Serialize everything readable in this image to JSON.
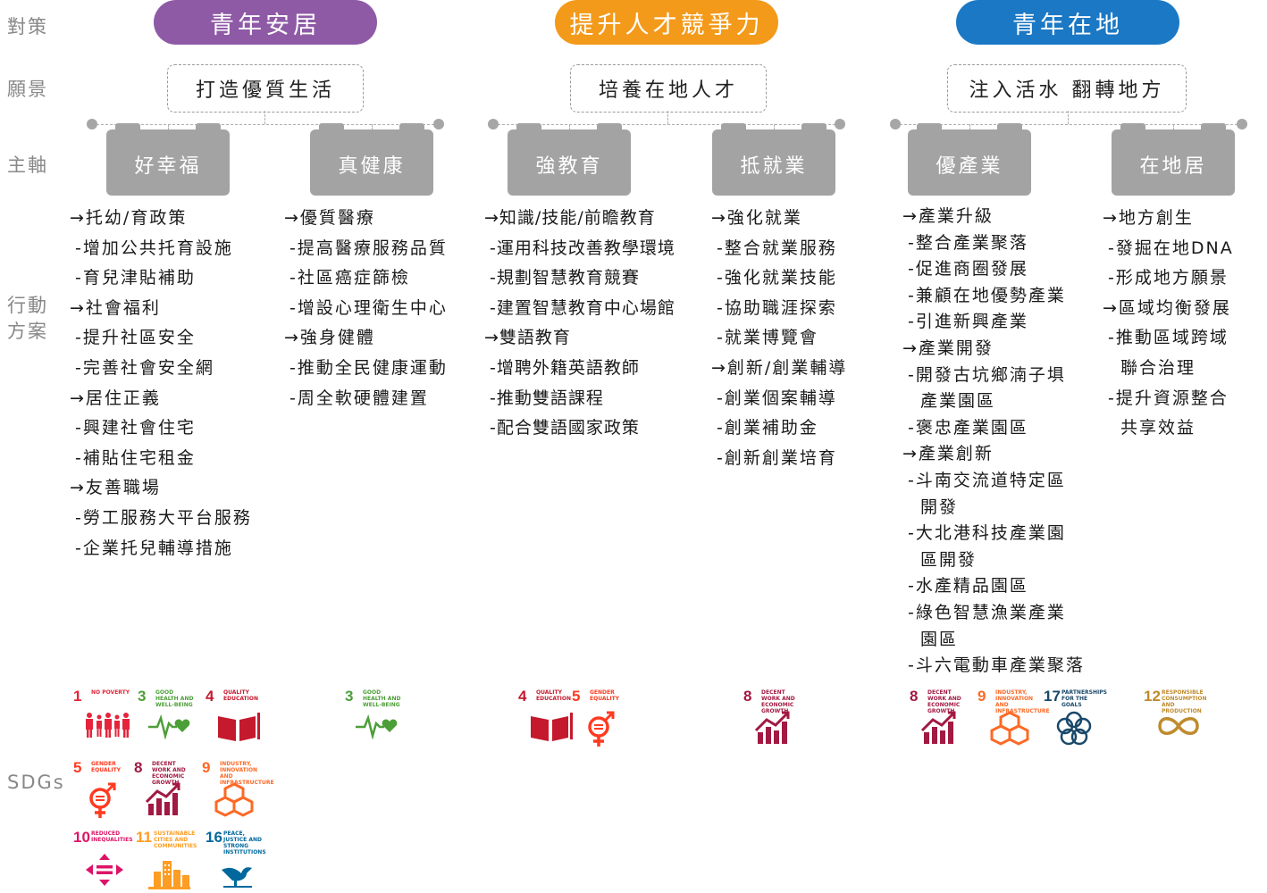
{
  "labels": {
    "strategy": "對策",
    "vision": "願景",
    "axis": "主軸",
    "action_1": "行動",
    "action_2": "方案",
    "sdgs": "SDGs"
  },
  "strategies": [
    {
      "name": "青年安居",
      "color": "#8e5aa6"
    },
    {
      "name": "提升人才競爭力",
      "color": "#f39a1a"
    },
    {
      "name": "青年在地",
      "color": "#1b78c4"
    }
  ],
  "visions": [
    "打造優質生活",
    "培養在地人才",
    "注入活水 翻轉地方"
  ],
  "axes": [
    "好幸福",
    "真健康",
    "強教育",
    "抵就業",
    "優產業",
    "在地居"
  ],
  "actions": {
    "good_happiness": [
      "→托幼/育政策",
      "-增加公共托育設施",
      "-育兒津貼補助",
      "→社會福利",
      "-提升社區安全",
      "-完善社會安全網",
      "→居住正義",
      "-興建社會住宅",
      "-補貼住宅租金",
      "→友善職場",
      "-勞工服務大平台服務",
      "-企業托兒輔導措施"
    ],
    "true_health": [
      "→優質醫療",
      "-提高醫療服務品質",
      "-社區癌症篩檢",
      "-增設心理衛生中心",
      "→強身健體",
      "-推動全民健康運動",
      "-周全軟硬體建置"
    ],
    "strong_education": [
      "→知識/技能/前瞻教育",
      "-運用科技改善教學環境",
      "-規劃智慧教育競賽",
      "-建置智慧教育中心場館",
      "→雙語教育",
      "-增聘外籍英語教師",
      "-推動雙語課程",
      "-配合雙語國家政策"
    ],
    "employment": [
      "→強化就業",
      "-整合就業服務",
      "-強化就業技能",
      "-協助職涯探索",
      "-就業博覽會",
      "→創新/創業輔導",
      "-創業個案輔導",
      "-創業補助金",
      "-創新創業培育"
    ],
    "industry": [
      "→產業升級",
      "-整合產業聚落",
      "-促進商圈發展",
      "-兼顧在地優勢產業",
      "-引進新興產業",
      "→產業開發",
      "-開發古坑鄉湳子埧",
      "產業園區",
      "-褒忠產業園區",
      "→產業創新",
      "-斗南交流道特定區",
      "開發",
      "-大北港科技產業園",
      "區開發",
      "-水產精品園區",
      "-綠色智慧漁業產業",
      "園區",
      "-斗六電動車產業聚落"
    ],
    "local_living": [
      "→地方創生",
      "-發掘在地DNA",
      "-形成地方願景",
      "→區域均衡發展",
      "-推動區域跨域",
      "聯合治理",
      "-提升資源整合",
      "共享效益"
    ]
  },
  "sdg_goals": {
    "g1": {
      "num": "1",
      "caption": "NO POVERTY",
      "color": "#e5243b",
      "icon": "family-icon"
    },
    "g3": {
      "num": "3",
      "caption": "GOOD HEALTH AND WELL-BEING",
      "color": "#4c9f38",
      "icon": "heartbeat-icon"
    },
    "g4": {
      "num": "4",
      "caption": "QUALITY EDUCATION",
      "color": "#c5192d",
      "icon": "book-icon"
    },
    "g5": {
      "num": "5",
      "caption": "GENDER EQUALITY",
      "color": "#ff3a21",
      "icon": "gender-icon"
    },
    "g8": {
      "num": "8",
      "caption": "DECENT WORK AND ECONOMIC GROWTH",
      "color": "#a21942",
      "icon": "growth-chart-icon"
    },
    "g9": {
      "num": "9",
      "caption": "INDUSTRY, INNOVATION AND INFRASTRUCTURE",
      "color": "#fd6925",
      "icon": "cubes-icon"
    },
    "g10": {
      "num": "10",
      "caption": "REDUCED INEQUALITIES",
      "color": "#dd1367",
      "icon": "equality-icon"
    },
    "g11": {
      "num": "11",
      "caption": "SUSTAINABLE CITIES AND COMMUNITIES",
      "color": "#fd9d24",
      "icon": "city-icon"
    },
    "g12": {
      "num": "12",
      "caption": "RESPONSIBLE CONSUMPTION AND PRODUCTION",
      "color": "#bf8b2e",
      "icon": "infinity-icon"
    },
    "g16": {
      "num": "16",
      "caption": "PEACE, JUSTICE AND STRONG INSTITUTIONS",
      "color": "#00689d",
      "icon": "dove-icon"
    },
    "g17": {
      "num": "17",
      "caption": "PARTNERSHIPS FOR THE GOALS",
      "color": "#19486a",
      "icon": "flower-icon"
    }
  }
}
